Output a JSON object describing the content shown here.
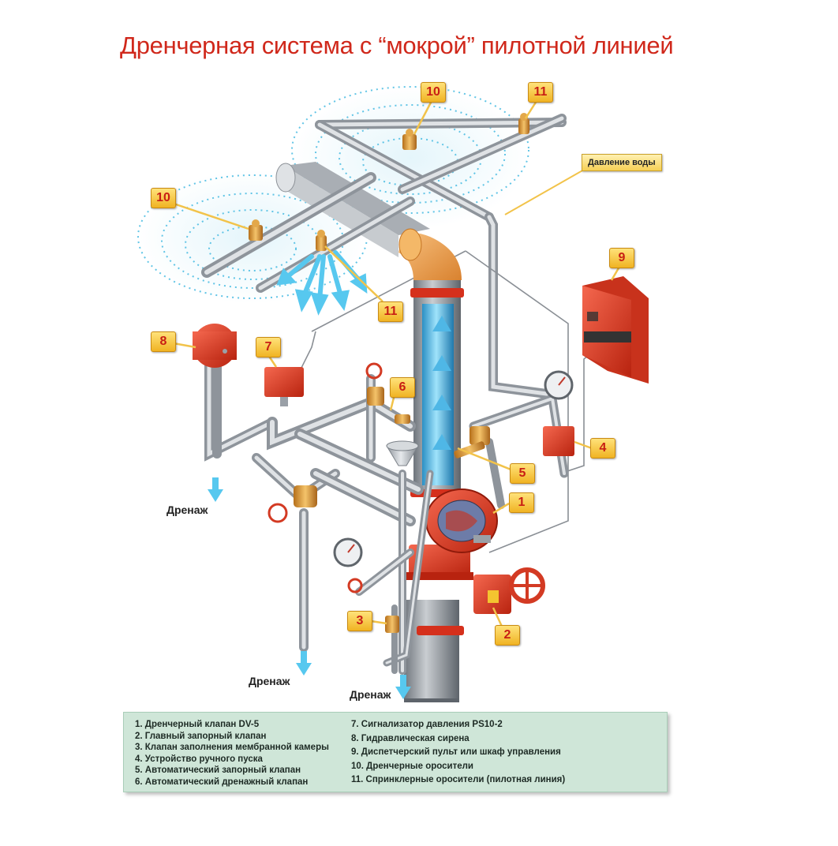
{
  "title": "Дренчерная система с “мокрой” пилотной линией",
  "tags": {
    "water_pressure": "Давление воды"
  },
  "callouts": {
    "c10a": "10",
    "c10b": "10",
    "c11a": "11",
    "c11b": "11",
    "c9": "9",
    "c8": "8",
    "c7": "7",
    "c6": "6",
    "c4": "4",
    "c5": "5",
    "c1": "1",
    "c3": "3",
    "c2": "2"
  },
  "drains": {
    "d1": "Дренаж",
    "d2": "Дренаж",
    "d3": "Дренаж"
  },
  "legend": {
    "left": [
      "1. Дренчерный клапан DV-5",
      "2. Главный запорный клапан",
      "3. Клапан заполнения мембранной камеры",
      "4. Устройство ручного пуска",
      "5. Автоматический запорный клапан",
      "6. Автоматический дренажный клапан"
    ],
    "right": [
      "7. Сигнализатор давления PS10-2",
      "8. Гидравлическая сирена",
      "9. Диспетчерский пульт или шкаф управления",
      "10. Дренчерные оросители",
      "11. Спринклерные оросители (пилотная линия)"
    ]
  },
  "colors": {
    "title": "#d0281b",
    "pipe": "#b9bec4",
    "riser": "#9aa0a7",
    "red_equipment": "#e03a26",
    "spray": "#3bb7e0",
    "brass": "#d9962e",
    "legend_bg": "#cfe6d8"
  }
}
